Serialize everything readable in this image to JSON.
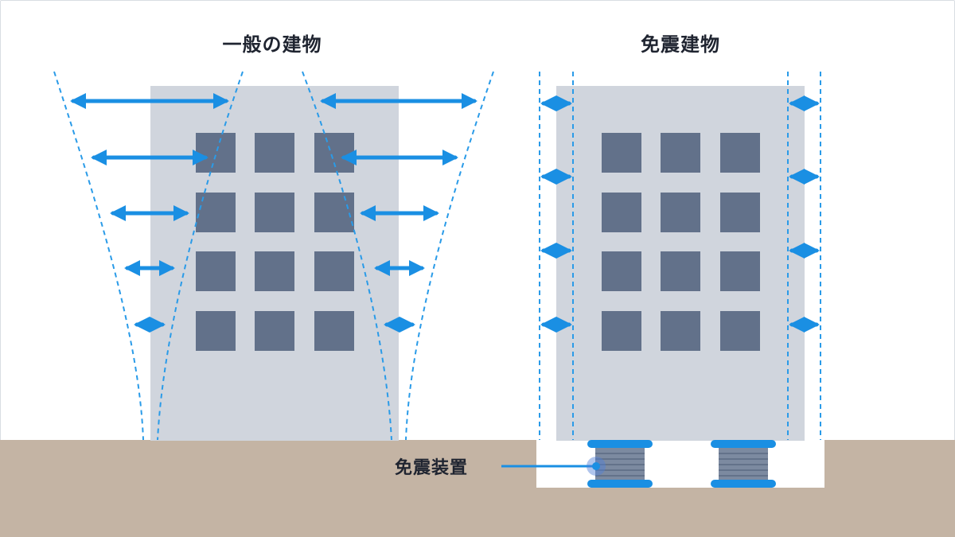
{
  "titles": {
    "conventional": "一般の建物",
    "isolated": "免震建物"
  },
  "callout": {
    "label": "免震装置"
  },
  "colors": {
    "ground": "#c4b4a4",
    "building": "#d0d5dd",
    "window": "#62718a",
    "accent": "#1a8fe3",
    "dashed": "#2a9be8",
    "pit": "#ffffff"
  }
}
